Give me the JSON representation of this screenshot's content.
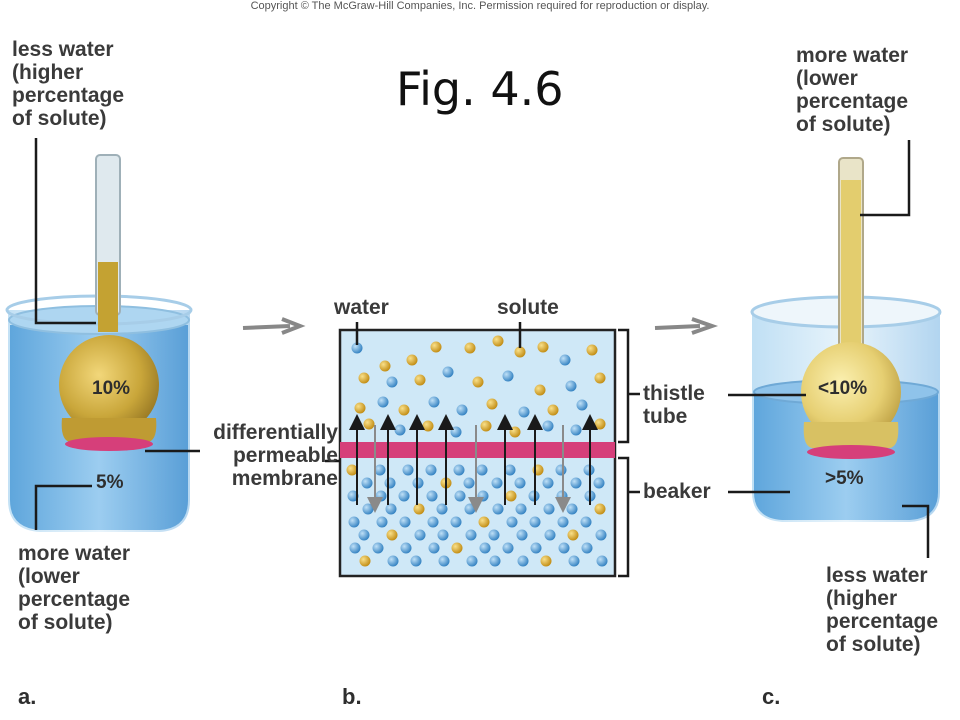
{
  "copyright": "Copyright © The McGraw-Hill Companies, Inc. Permission required for reproduction or display.",
  "figure_title": "Fig. 4.6",
  "panel_a": {
    "letter": "a.",
    "top_label": "less water\n(higher\npercentage\nof solute)",
    "inside_percent": "10%",
    "outside_percent": "5%",
    "bottom_label": "more water\n(lower\npercentage\nof solute)"
  },
  "panel_b": {
    "letter": "b.",
    "water_label": "water",
    "solute_label": "solute",
    "membrane_label": "differentially\npermeable\nmembrane",
    "thistle_label": "thistle\ntube",
    "beaker_label": "beaker"
  },
  "panel_c": {
    "letter": "c.",
    "top_label": "more water\n(lower\npercentage\nof solute)",
    "inside_percent": "<10%",
    "outside_percent": ">5%",
    "bottom_label": "less water\n(higher\npercentage\nof solute)"
  },
  "colors": {
    "water_blue": "#7fb8e6",
    "solute_gold": "#d9a520",
    "membrane_pink": "#d63f7a",
    "bulb_gold": "#c8a43a",
    "box_bg": "#cfe8f7"
  }
}
